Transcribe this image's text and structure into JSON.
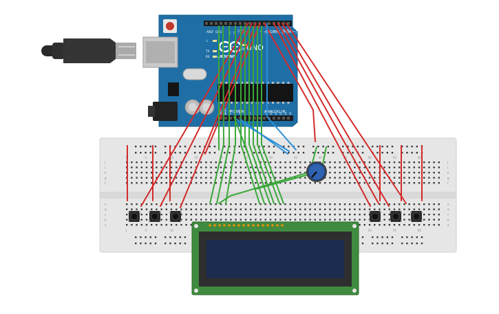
{
  "arduino": {
    "logo_text": "UNO",
    "brand_text": "ARDUINO",
    "header_digital": "DIGITAL (PWM~)",
    "header_power": "POWER",
    "header_analog": "ANALOG IN",
    "label_aref": "AREF",
    "label_gnd": "GND",
    "label_l": "L",
    "label_tx": "TX",
    "label_rx": "RX",
    "label_on": "ON",
    "label_ioref": "IOREF",
    "label_reset": "RESET",
    "label_33v": "3.3V",
    "label_5v": "5V",
    "label_vin": "Vin",
    "digital_pins": [
      "13",
      "12",
      "~11",
      "~10",
      "~9",
      "8",
      "7",
      "~6",
      "~5",
      "4",
      "~3",
      "2",
      "TX 1",
      "RX 0"
    ],
    "analog_pins": [
      "A0",
      "A1",
      "A2",
      "A3",
      "A4",
      "A5"
    ]
  },
  "breadboard": {
    "row_letters_top": [
      "j",
      "i",
      "h",
      "g",
      "f"
    ],
    "row_letters_bottom": [
      "e",
      "d",
      "c",
      "b",
      "a"
    ],
    "column_numbers": [
      "1",
      "5",
      "10",
      "15",
      "20",
      "25",
      "30",
      "35",
      "40",
      "45",
      "50",
      "55",
      "60"
    ]
  },
  "colors": {
    "board": "#1f6fa6",
    "breadboard": "#e6e6e6",
    "wire_red": "#d42a2a",
    "wire_green": "#3aa83a",
    "wire_blue": "#2b8fd6",
    "lcd_pcb": "#3f8b3f",
    "lcd_screen": "#1b2c4f"
  }
}
